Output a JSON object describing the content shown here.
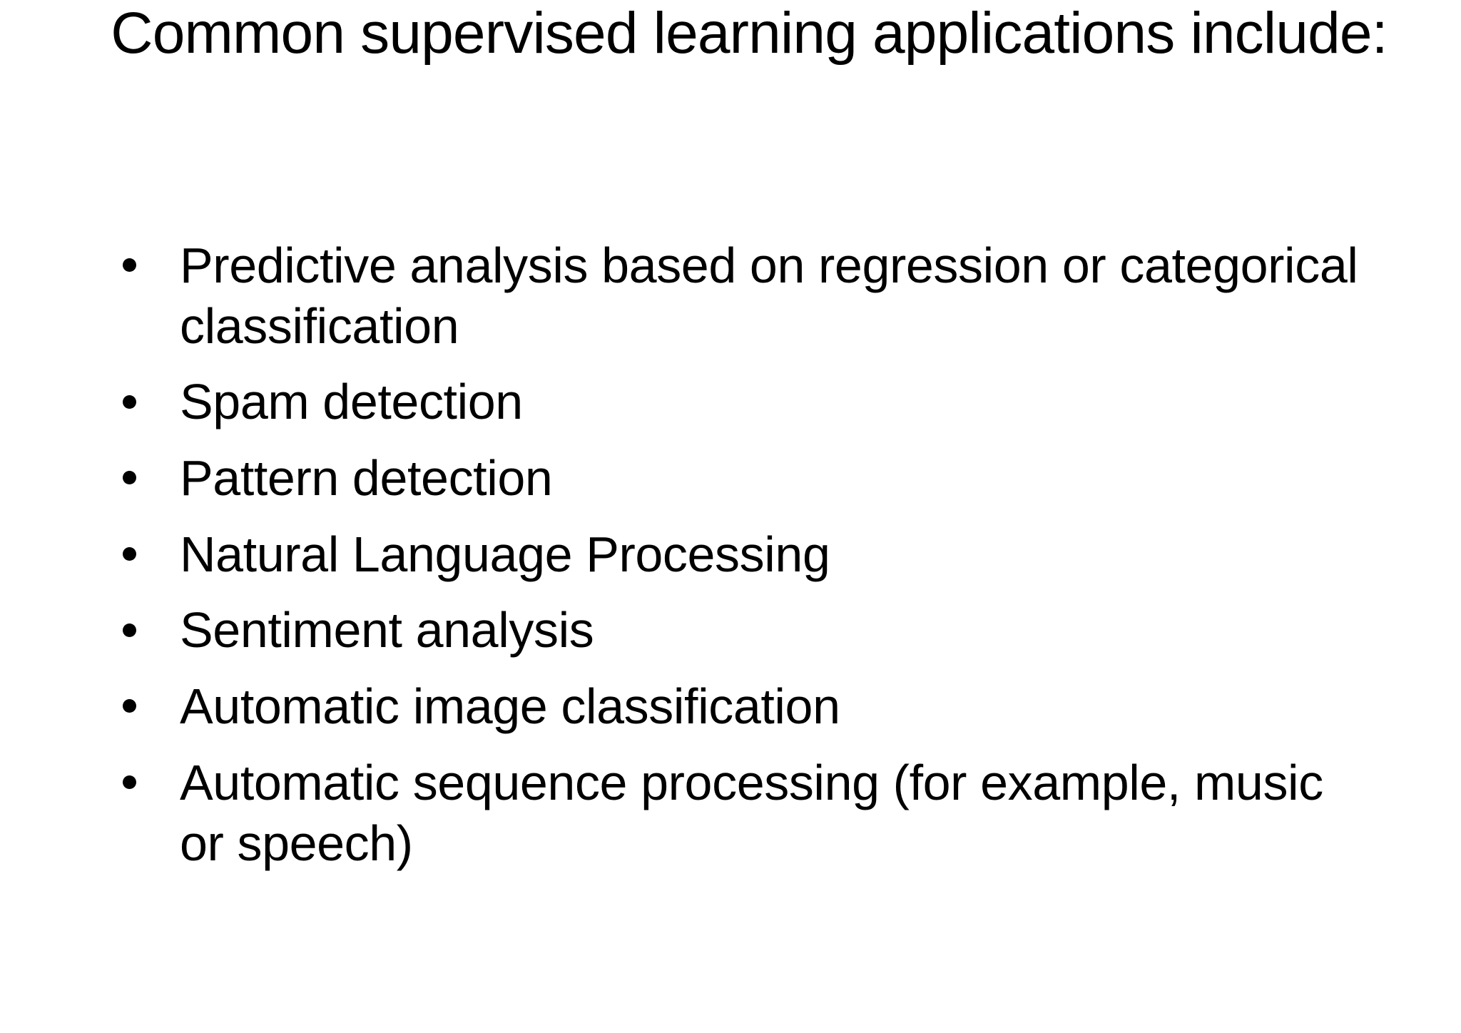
{
  "slide": {
    "background_color": "#ffffff",
    "text_color": "#000000",
    "title": "Common supervised learning applications include:",
    "title_line_1": "Common supervised learning applications",
    "title_line_2": "include:",
    "bullets": [
      {
        "text": "Predictive analysis based on regression or categorical classification"
      },
      {
        "text": "Spam detection"
      },
      {
        "text": "Pattern detection"
      },
      {
        "text": "Natural Language Processing"
      },
      {
        "text": "Sentiment analysis"
      },
      {
        "text": "Automatic image classification"
      },
      {
        "text": "Automatic sequence processing (for example, music or speech)"
      }
    ]
  }
}
